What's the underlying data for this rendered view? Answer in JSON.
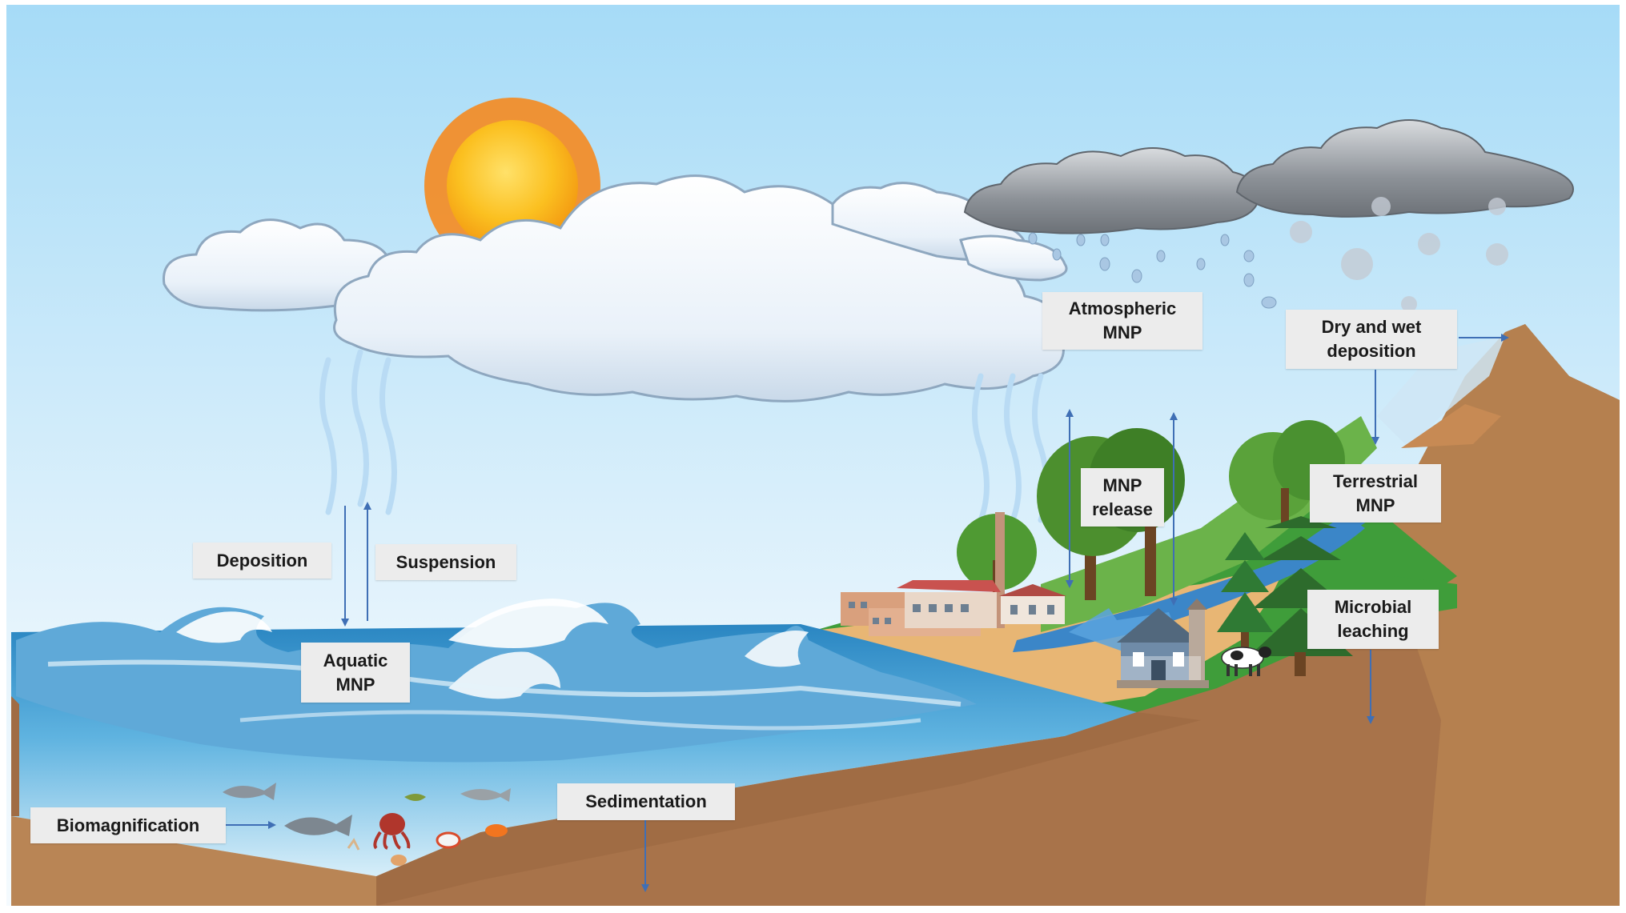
{
  "labels": {
    "atmospheric_mnp": [
      "Atmospheric",
      "MNP"
    ],
    "dry_wet_deposition": [
      "Dry and wet",
      "deposition"
    ],
    "mnp_release": [
      "MNP",
      "release"
    ],
    "terrestrial_mnp": [
      "Terrestrial",
      "MNP"
    ],
    "microbial_leaching": [
      "Microbial",
      "leaching"
    ],
    "deposition": "Deposition",
    "suspension": "Suspension",
    "aquatic_mnp": [
      "Aquatic",
      "MNP"
    ],
    "biomagnification": "Biomagnification",
    "sedimentation": "Sedimentation"
  },
  "colors": {
    "sky_top": "#a9dcf7",
    "sky_bottom": "#eaf6fd",
    "water": "#2f8fc6",
    "water_light": "#8cc9ea",
    "soil": "#b07a4e",
    "soil_dark": "#8f5e38",
    "grass": "#3f9d3a",
    "sand": "#e7b877",
    "river": "#3b86c8",
    "arrow": "#3f6fb5",
    "sun": "#f9b20f",
    "sun_rays": "#f58a1f",
    "cloud_white": "#f2f6fb",
    "cloud_grey": "#8a8f96"
  },
  "icons": [
    "sun-icon",
    "cloud-icon",
    "rain-cloud-icon",
    "factory-icon",
    "house-icon",
    "tree-icon",
    "cow-icon",
    "fish-icon",
    "octopus-icon",
    "wave-icon",
    "mountain-icon"
  ]
}
